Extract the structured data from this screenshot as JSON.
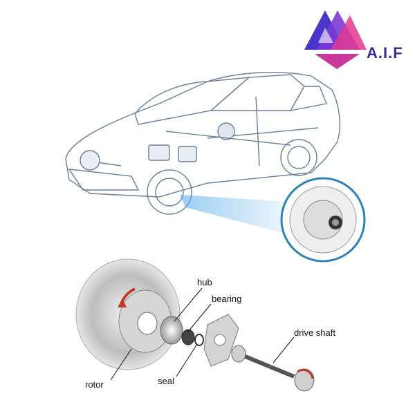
{
  "logo": {
    "text": "A.I.F",
    "colors": {
      "top": "#7a3bd6",
      "left": "#4a35c9",
      "right": "#e0398f",
      "bottom": "#c9379a",
      "text": "#3b2a9e"
    }
  },
  "illustration": {
    "car": "sedan-line-art",
    "highlight_color": "#4aa6e8",
    "arrow_color": "#c0392b"
  },
  "labels": {
    "hub": "hub",
    "bearing": "bearing",
    "drive_shaft": "drive shaft",
    "rotor": "rotor",
    "seal": "seal"
  }
}
